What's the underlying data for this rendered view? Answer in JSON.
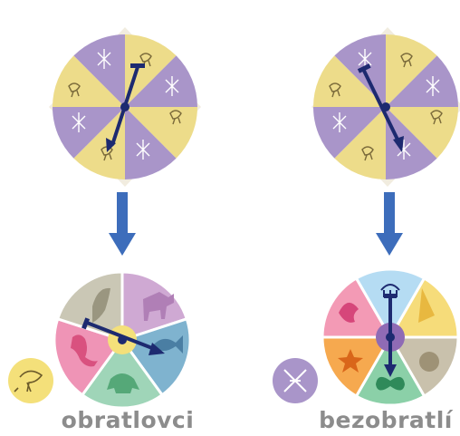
{
  "labels": {
    "left": "obratlovci",
    "right": "bezobratlí"
  },
  "colors": {
    "wheel_purple": "#a995c9",
    "wheel_yellow": "#eddc8a",
    "arrow": "#2f3b7e",
    "pointer": "#1d2a70",
    "down_arrow": "#3d6dbb",
    "caption": "#8c8c8c",
    "vertebrate_token": "#f4e07a",
    "invertebrate_token": "#a995c9"
  },
  "top_spinners": {
    "left": {
      "segments": [
        "vertebrate",
        "invertebrate",
        "vertebrate",
        "invertebrate",
        "vertebrate",
        "invertebrate",
        "vertebrate",
        "invertebrate"
      ],
      "segment_colors": [
        "yellow",
        "purple",
        "yellow",
        "purple",
        "yellow",
        "purple",
        "yellow",
        "purple"
      ]
    },
    "right": {
      "segments": [
        "vertebrate",
        "invertebrate",
        "vertebrate",
        "invertebrate",
        "vertebrate",
        "invertebrate",
        "vertebrate",
        "invertebrate"
      ],
      "segment_colors": [
        "yellow",
        "purple",
        "yellow",
        "purple",
        "yellow",
        "purple",
        "yellow",
        "purple"
      ]
    }
  },
  "bottom_spinners": {
    "left": {
      "segments": [
        {
          "animal": "dog-icon",
          "color": "#cfa9d3"
        },
        {
          "animal": "fish-icon",
          "color": "#7fb3cf"
        },
        {
          "animal": "frog-icon",
          "color": "#9fd5b8"
        },
        {
          "animal": "lizard-icon",
          "color": "#ef94b6"
        },
        {
          "animal": "bird-icon",
          "color": "#cac7b5"
        }
      ],
      "hub_color": "#f4e07a",
      "selected": "fish-icon"
    },
    "right": {
      "segments": [
        {
          "animal": "shell-icon",
          "color": "#f6dc7a"
        },
        {
          "animal": "snail-icon",
          "color": "#c9c1ac"
        },
        {
          "animal": "butterfly-icon",
          "color": "#8bd0a8"
        },
        {
          "animal": "starfish-icon",
          "color": "#f6a94f"
        },
        {
          "animal": "worm-icon",
          "color": "#f39ab5"
        },
        {
          "animal": "jellyfish-icon",
          "color": "#b5dcf3"
        }
      ],
      "hub_color": "#8f6bb5",
      "selected": "butterfly-icon"
    }
  }
}
